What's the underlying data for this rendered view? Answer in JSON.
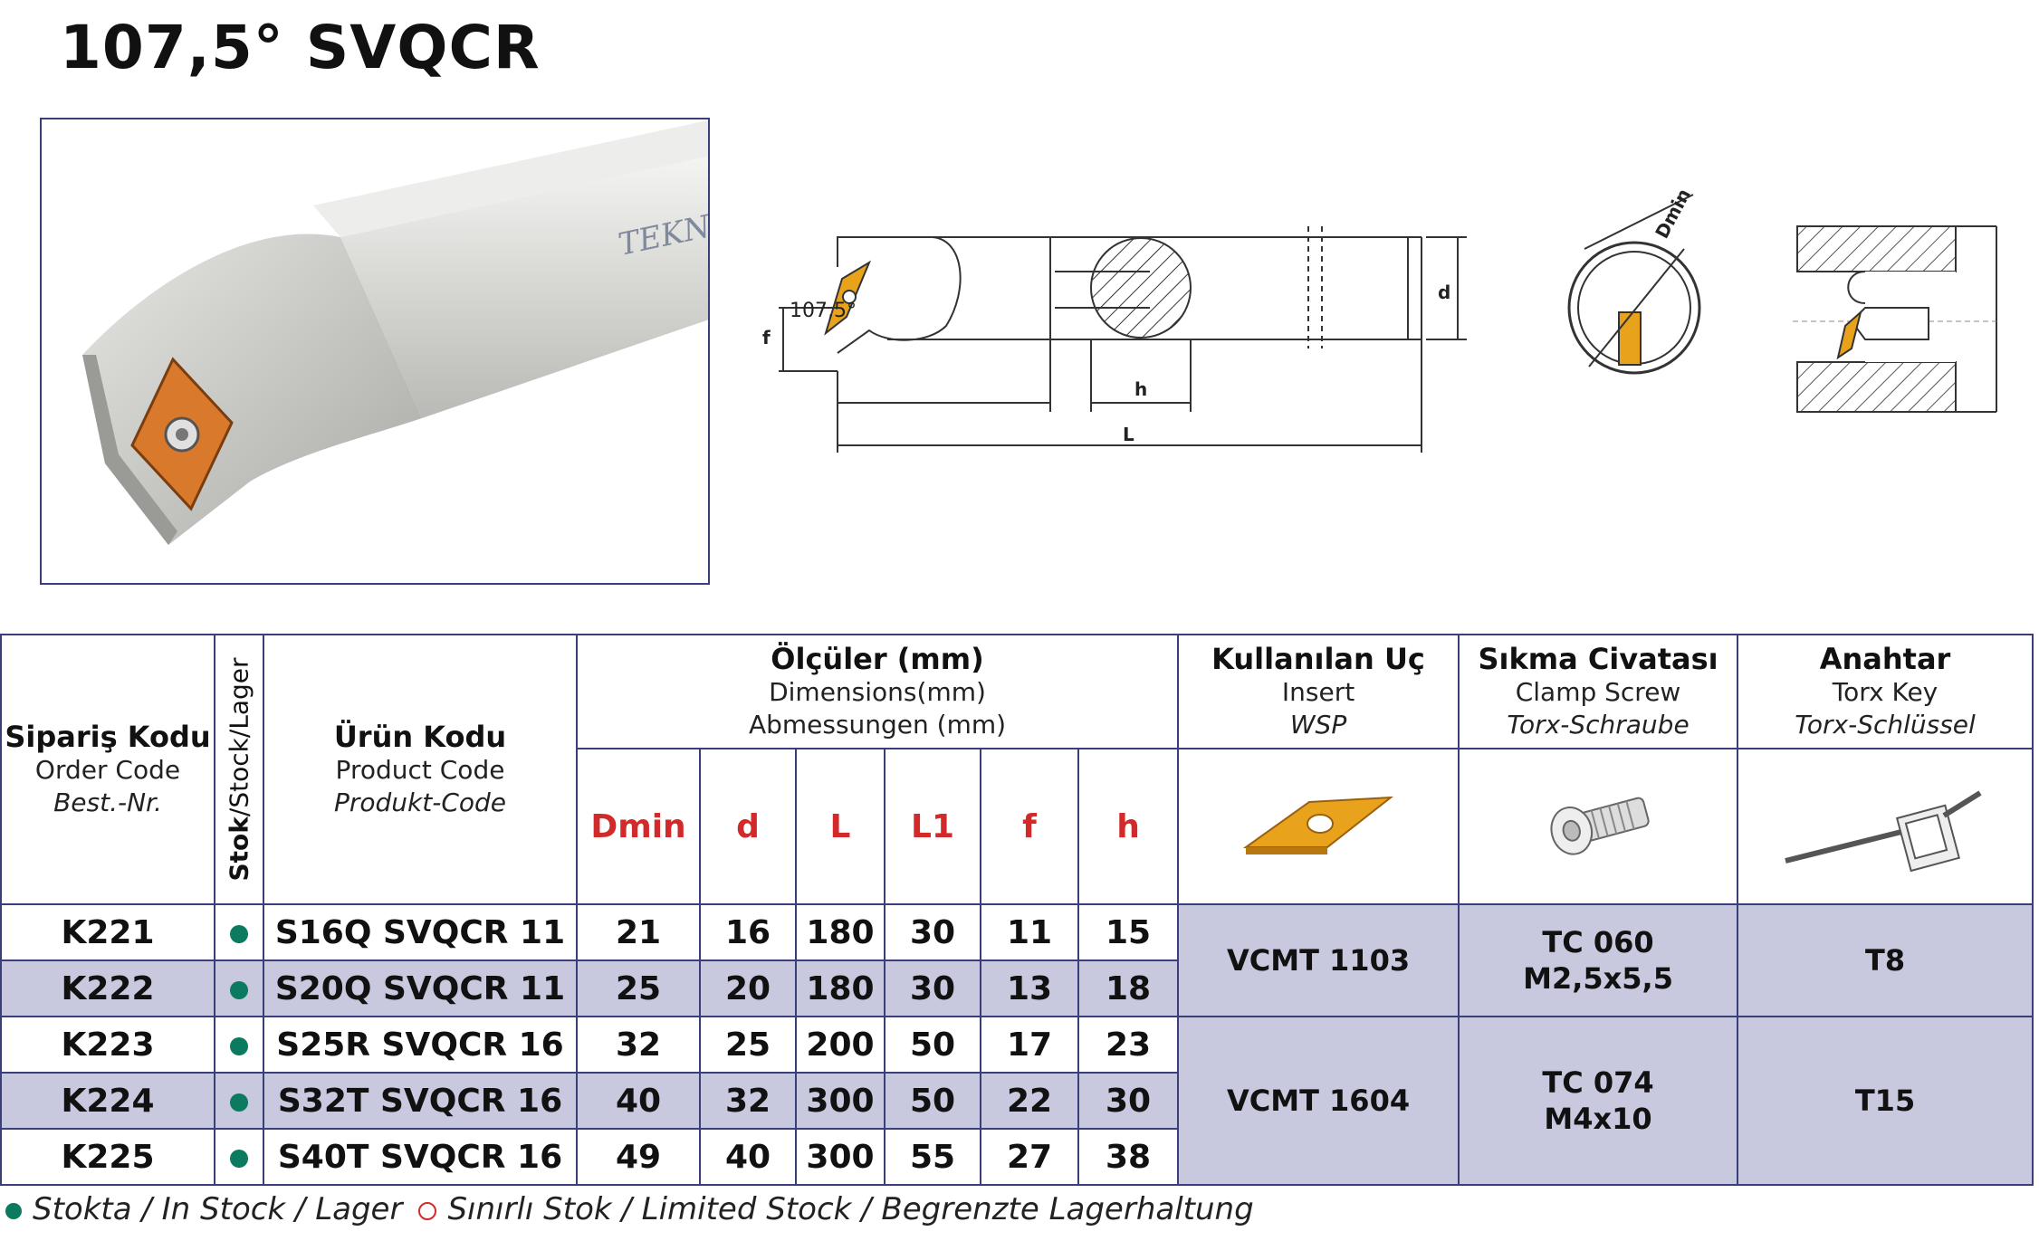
{
  "title": "107,5° SVQCR",
  "photo": {
    "brand": "TEKNİK"
  },
  "drawing": {
    "angle": "107,5°",
    "f": "f",
    "d": "d",
    "h": "h",
    "L": "L",
    "dmin": "Dmin"
  },
  "table": {
    "order": {
      "tr": "Sipariş Kodu",
      "en": "Order Code",
      "de": "Best.-Nr."
    },
    "stock": {
      "tr": "Stok",
      "rest": "/Stock/Lager"
    },
    "product": {
      "tr": "Ürün Kodu",
      "en": "Product Code",
      "de": "Produkt-Code"
    },
    "dims": {
      "tr": "Ölçüler (mm)",
      "en": "Dimensions(mm)",
      "de": "Abmessungen (mm)"
    },
    "insert": {
      "tr": "Kullanılan Uç",
      "en": "Insert",
      "de": "WSP"
    },
    "screw": {
      "tr": "Sıkma Civatası",
      "en": "Clamp Screw",
      "de": "Torx-Schraube"
    },
    "key": {
      "tr": "Anahtar",
      "en": "Torx Key",
      "de": "Torx-Schlüssel"
    },
    "dim_cols": [
      "Dmin",
      "d",
      "L",
      "L1",
      "f",
      "h"
    ],
    "rows": [
      {
        "order": "K221",
        "product": "S16Q SVQCR 11",
        "vals": [
          "21",
          "16",
          "180",
          "30",
          "11",
          "15"
        ]
      },
      {
        "order": "K222",
        "product": "S20Q SVQCR 11",
        "vals": [
          "25",
          "20",
          "180",
          "30",
          "13",
          "18"
        ]
      },
      {
        "order": "K223",
        "product": "S25R SVQCR 16",
        "vals": [
          "32",
          "25",
          "200",
          "50",
          "17",
          "23"
        ]
      },
      {
        "order": "K224",
        "product": "S32T SVQCR 16",
        "vals": [
          "40",
          "32",
          "300",
          "50",
          "22",
          "30"
        ]
      },
      {
        "order": "K225",
        "product": "S40T SVQCR 16",
        "vals": [
          "49",
          "40",
          "300",
          "55",
          "27",
          "38"
        ]
      }
    ],
    "groups": [
      {
        "insert": "VCMT 1103",
        "screw1": "TC 060",
        "screw2": "M2,5x5,5",
        "key": "T8"
      },
      {
        "insert": "VCMT 1604",
        "screw1": "TC 074",
        "screw2": "M4x10",
        "key": "T15"
      }
    ]
  },
  "legend": {
    "in_stock": "Stokta / In Stock / Lager",
    "limited": "Sınırlı Stok / Limited Stock / Begrenzte Lagerhaltung"
  },
  "colors": {
    "frame": "#3a3f7a",
    "shade": "#c8c8df",
    "red": "#d22a2a",
    "stock_dot": "#0c7a5e",
    "insert": "#e8a21c"
  }
}
